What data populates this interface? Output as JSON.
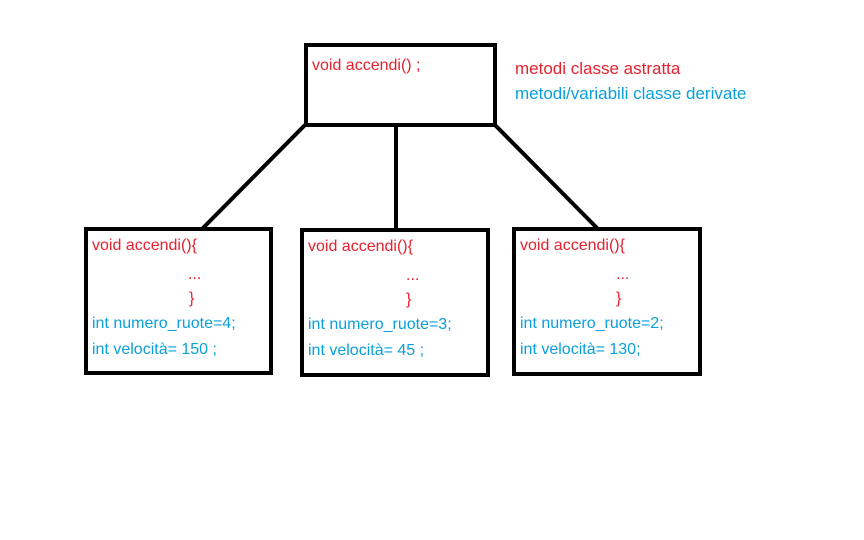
{
  "parent": {
    "method": "void accendi() ;"
  },
  "legend": {
    "abstract_label": "metodi classe astratta",
    "derived_label": "metodi/variabili classe derivate"
  },
  "children": [
    {
      "method_open": "void accendi(){",
      "ellipsis": "...",
      "close": "}",
      "wheels": "int numero_ruote=4;",
      "speed": "int velocità= 150 ;"
    },
    {
      "method_open": "void accendi(){",
      "ellipsis": "...",
      "close": "}",
      "wheels": "int numero_ruote=3;",
      "speed": "int velocità= 45 ;"
    },
    {
      "method_open": "void accendi(){",
      "ellipsis": "...",
      "close": "}",
      "wheels": "int numero_ruote=2;",
      "speed": "int velocità= 130;"
    }
  ],
  "colors": {
    "abstract": "#e8212e",
    "derived": "#0aa0dc",
    "stroke": "#000000"
  }
}
